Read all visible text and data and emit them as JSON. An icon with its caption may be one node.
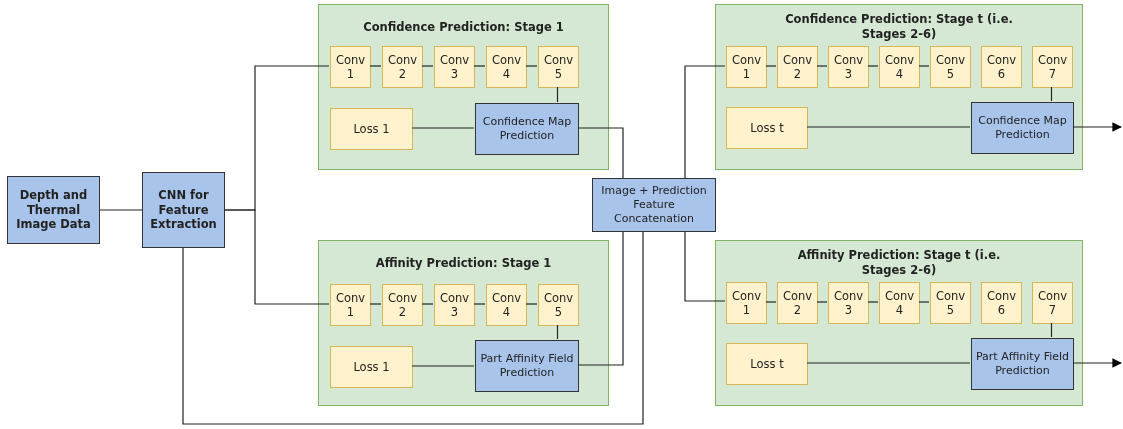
{
  "diagram": {
    "nodes": [
      {
        "text": [
          "Depth and Thermal Image Data"
        ]
      },
      {
        "text": [
          "CNN for Feature Extraction"
        ]
      },
      {
        "text": [
          "Confidence Prediction: Stage 1"
        ]
      },
      {
        "text": [
          "Conv 1"
        ],
        "in": 2
      },
      {
        "text": [
          "Conv 2"
        ],
        "in": 2
      },
      {
        "text": [
          "Conv 3"
        ],
        "in": 2
      },
      {
        "text": [
          "Conv 4"
        ],
        "in": 2
      },
      {
        "text": [
          "Conv 5"
        ],
        "in": 2
      },
      {
        "text": [
          "Loss 1"
        ],
        "in": 2
      },
      {
        "text": [
          "Confidence Map Prediction"
        ],
        "in": 2
      },
      {
        "text": [
          "Affinity Prediction: Stage 1"
        ]
      },
      {
        "text": [
          "Conv 1"
        ],
        "in": 10
      },
      {
        "text": [
          "Conv 2"
        ],
        "in": 10
      },
      {
        "text": [
          "Conv 3"
        ],
        "in": 10
      },
      {
        "text": [
          "Conv 4"
        ],
        "in": 10
      },
      {
        "text": [
          "Conv 5"
        ],
        "in": 10
      },
      {
        "text": [
          "Loss 1"
        ],
        "in": 10
      },
      {
        "text": [
          "Part Affinity Field Prediction"
        ],
        "in": 10
      },
      {
        "text": [
          "Image + Prediction Feature Concatenation"
        ]
      },
      {
        "text": [
          "Confidence Prediction: Stage t (i.e. Stages 2-6)"
        ]
      },
      {
        "text": [
          "Conv 1"
        ],
        "in": 19
      },
      {
        "text": [
          "Conv 2"
        ],
        "in": 19
      },
      {
        "text": [
          "Conv 3"
        ],
        "in": 19
      },
      {
        "text": [
          "Conv 4"
        ],
        "in": 19
      },
      {
        "text": [
          "Conv 5"
        ],
        "in": 19
      },
      {
        "text": [
          "Conv 6"
        ],
        "in": 19
      },
      {
        "text": [
          "Conv 7"
        ],
        "in": 19
      },
      {
        "text": [
          "Loss t"
        ],
        "in": 19
      },
      {
        "text": [
          "Confidence Map Prediction"
        ],
        "in": 19
      },
      {
        "text": [
          "Affinity Prediction: Stage t (i.e. Stages 2-6)"
        ]
      },
      {
        "text": [
          "Conv 1"
        ],
        "in": 29
      },
      {
        "text": [
          "Conv 2"
        ],
        "in": 29
      },
      {
        "text": [
          "Conv 3"
        ],
        "in": 29
      },
      {
        "text": [
          "Conv 4"
        ],
        "in": 29
      },
      {
        "text": [
          "Conv 5"
        ],
        "in": 29
      },
      {
        "text": [
          "Conv 6"
        ],
        "in": 29
      },
      {
        "text": [
          "Conv 7"
        ],
        "in": 29
      },
      {
        "text": [
          "Loss t"
        ],
        "in": 29
      },
      {
        "text": [
          "Part Affinity Field Prediction"
        ],
        "in": 29
      }
    ],
    "edges": [
      {
        "from": 0,
        "to": 1,
        "arrow": "none"
      },
      {
        "from": 1,
        "to": 3,
        "arrow": "none"
      },
      {
        "from": 1,
        "to": 11,
        "arrow": "none"
      },
      {
        "from": 3,
        "to": 4,
        "arrow": "none"
      },
      {
        "from": 4,
        "to": 5,
        "arrow": "none"
      },
      {
        "from": 5,
        "to": 6,
        "arrow": "none"
      },
      {
        "from": 6,
        "to": 7,
        "arrow": "none"
      },
      {
        "from": 7,
        "to": 9,
        "arrow": "none"
      },
      {
        "from": 8,
        "to": 9,
        "arrow": "none"
      },
      {
        "from": 11,
        "to": 12,
        "arrow": "none"
      },
      {
        "from": 12,
        "to": 13,
        "arrow": "none"
      },
      {
        "from": 13,
        "to": 14,
        "arrow": "none"
      },
      {
        "from": 14,
        "to": 15,
        "arrow": "none"
      },
      {
        "from": 15,
        "to": 17,
        "arrow": "none"
      },
      {
        "from": 16,
        "to": 17,
        "arrow": "none"
      },
      {
        "from": 9,
        "to": 18,
        "arrow": "none"
      },
      {
        "from": 17,
        "to": 18,
        "arrow": "none"
      },
      {
        "from": 1,
        "to": 18,
        "arrow": "none"
      },
      {
        "from": 18,
        "to": 20,
        "arrow": "none"
      },
      {
        "from": 18,
        "to": 30,
        "arrow": "none"
      },
      {
        "from": 20,
        "to": 21,
        "arrow": "none"
      },
      {
        "from": 21,
        "to": 22,
        "arrow": "none"
      },
      {
        "from": 22,
        "to": 23,
        "arrow": "none"
      },
      {
        "from": 23,
        "to": 24,
        "arrow": "none"
      },
      {
        "from": 26,
        "to": 28,
        "arrow": "none"
      },
      {
        "from": 27,
        "to": 28,
        "arrow": "none"
      },
      {
        "from": 28,
        "to": null,
        "arrow": "to"
      },
      {
        "from": 30,
        "to": 31,
        "arrow": "none"
      },
      {
        "from": 31,
        "to": 32,
        "arrow": "none"
      },
      {
        "from": 32,
        "to": 33,
        "arrow": "none"
      },
      {
        "from": 33,
        "to": 34,
        "arrow": "none"
      },
      {
        "from": 36,
        "to": 38,
        "arrow": "none"
      },
      {
        "from": 37,
        "to": 38,
        "arrow": "none"
      },
      {
        "from": 38,
        "to": null,
        "arrow": "to"
      }
    ]
  }
}
